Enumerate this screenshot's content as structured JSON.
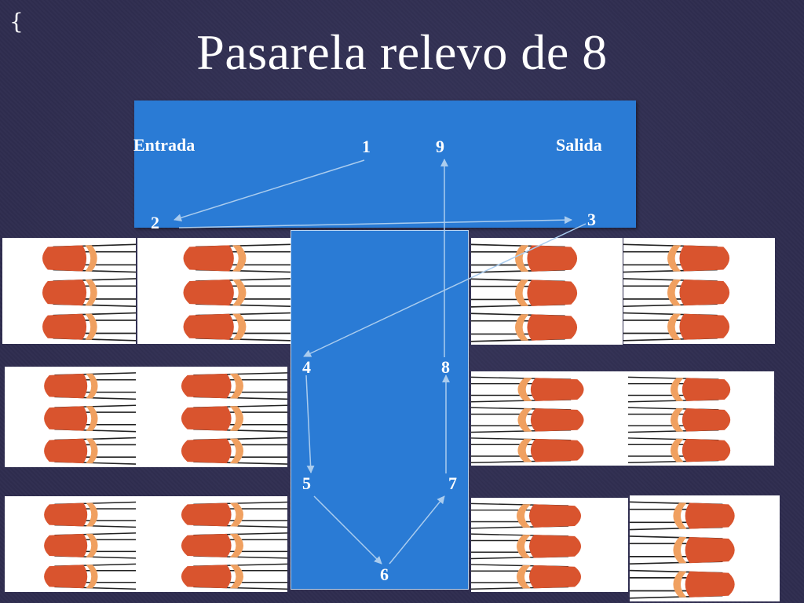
{
  "slide": {
    "title": "Pasarela relevo de 8",
    "decoration": "{"
  },
  "labels": {
    "entrada": "Entrada",
    "salida": "Salida",
    "points": [
      "1",
      "2",
      "3",
      "4",
      "5",
      "6",
      "7",
      "8",
      "9"
    ]
  },
  "colors": {
    "background": "#2f2d4f",
    "stage": "#2a7bd5",
    "arrow": "#aaccee",
    "chair_seat": "#d9542e",
    "chair_frame": "#222222"
  },
  "chair_groups": {
    "left": {
      "blocks": 6,
      "chairs_per_block": 3,
      "facing": "left"
    },
    "right": {
      "blocks": 6,
      "chairs_per_block": 3,
      "facing": "right"
    }
  }
}
